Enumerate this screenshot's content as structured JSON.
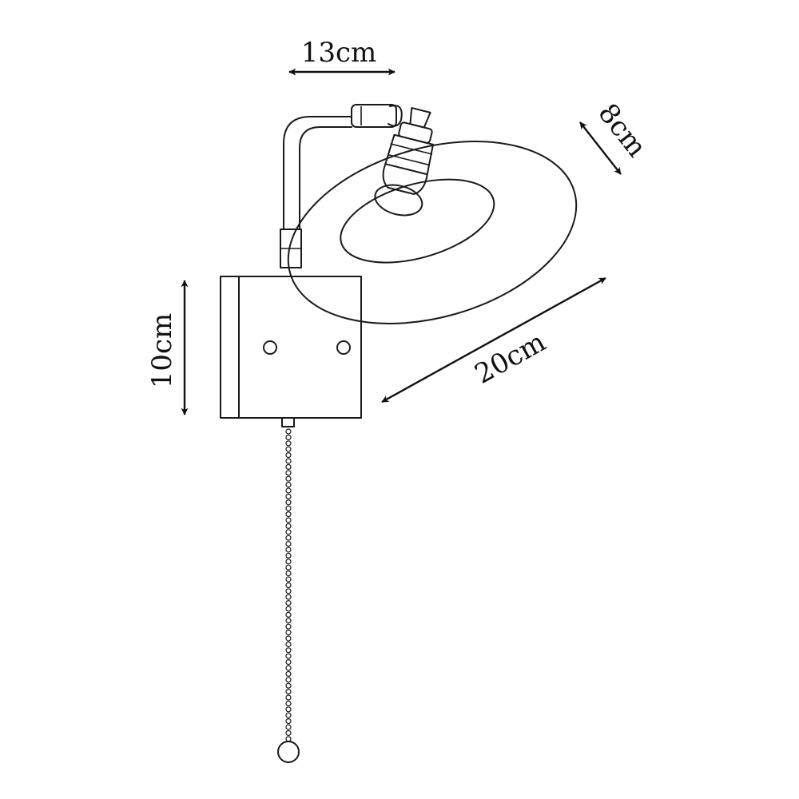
{
  "dimensions": {
    "width_top": "13cm",
    "shade_depth": "8cm",
    "base_height": "10cm",
    "shade_diameter": "20cm"
  },
  "colors": {
    "stroke": "#1a1a1a",
    "background": "#ffffff"
  }
}
